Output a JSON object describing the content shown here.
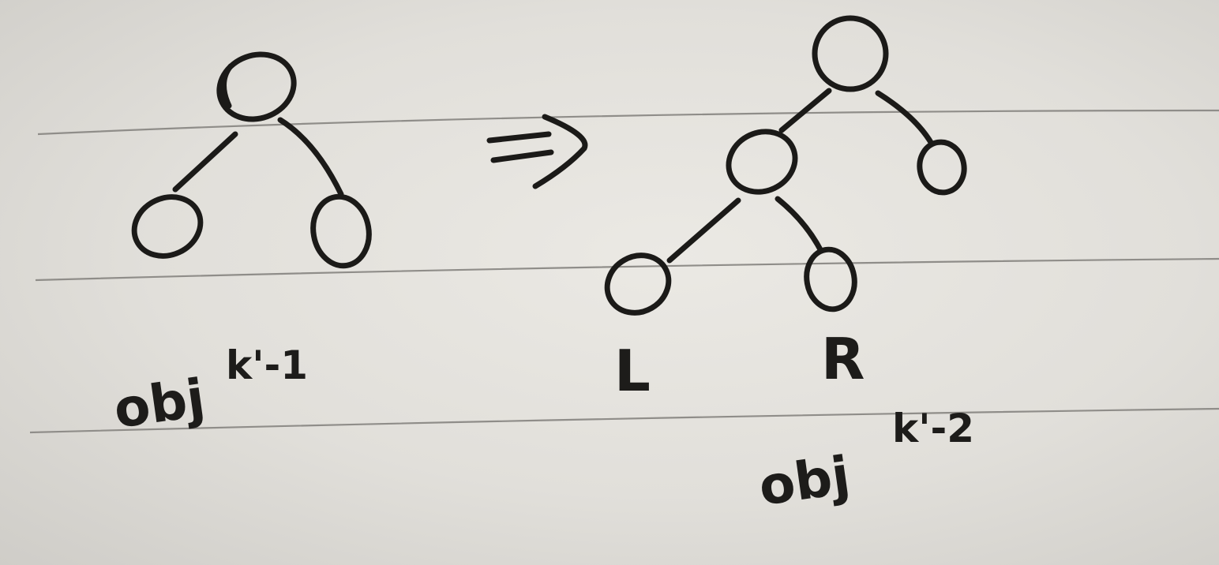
{
  "page": {
    "paper_color": "#e6e4df",
    "ink_color": "#1b1a18",
    "rule_color": "#8f8d89"
  },
  "left_tree": {
    "label": {
      "base": "obj",
      "superscript": "k'-1"
    }
  },
  "transform_arrow": {
    "glyph": "⇒"
  },
  "right_tree": {
    "child_labels": {
      "left": "L",
      "right": "R"
    },
    "label": {
      "base": "obj",
      "superscript": "k'-2"
    }
  }
}
